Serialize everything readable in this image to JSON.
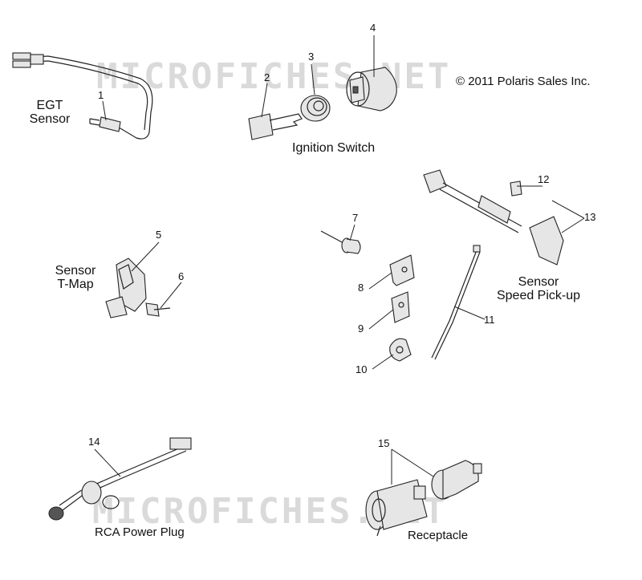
{
  "watermark": "MICROFICHES.NET",
  "copyright": "© 2011 Polaris Sales Inc.",
  "groups": {
    "egt": "EGT\nSensor",
    "ignition": "Ignition Switch",
    "tmap": "Sensor\nT-Map",
    "speed": "Sensor\nSpeed Pick-up",
    "rca": "RCA Power Plug",
    "receptacle": "Receptacle"
  },
  "callouts": [
    "1",
    "2",
    "3",
    "4",
    "5",
    "6",
    "7",
    "8",
    "9",
    "10",
    "11",
    "12",
    "13",
    "14",
    "15"
  ]
}
